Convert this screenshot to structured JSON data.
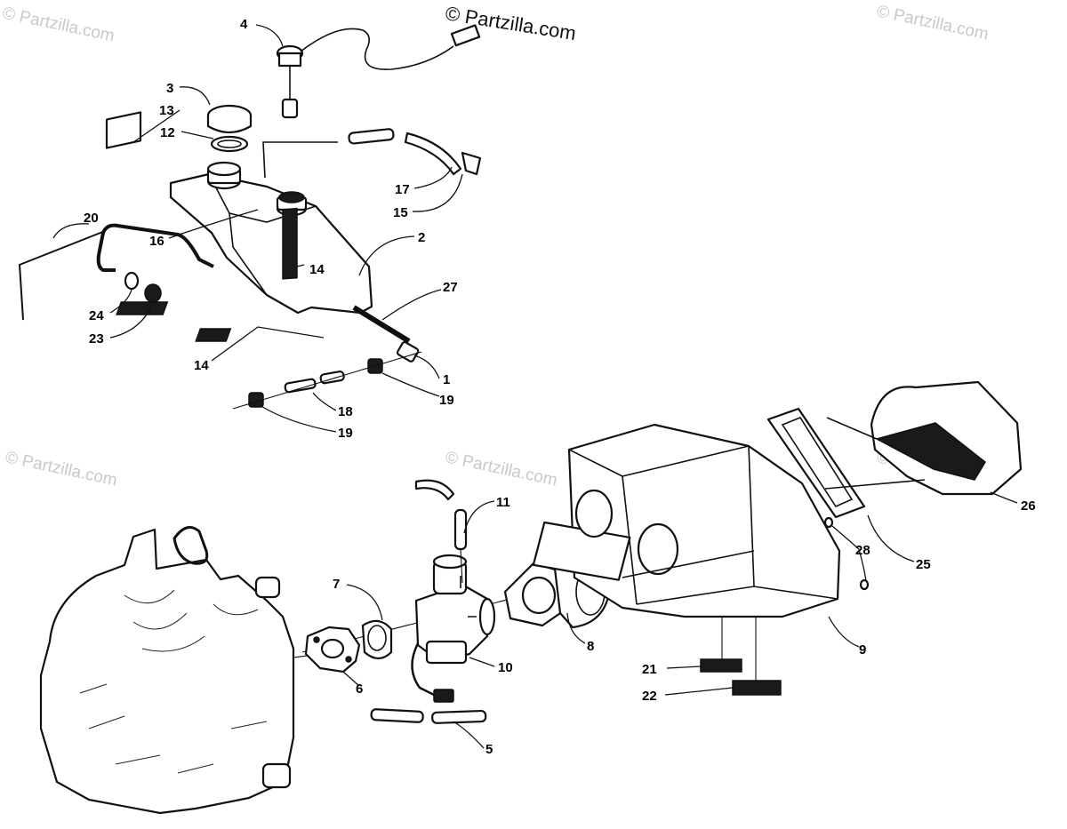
{
  "watermark": {
    "main": "© Partzilla.com",
    "faded": "© Partzilla.com"
  },
  "callouts": {
    "c1": "1",
    "c2": "2",
    "c3": "3",
    "c4": "4",
    "c5": "5",
    "c6": "6",
    "c7": "7",
    "c8": "8",
    "c9": "9",
    "c10": "10",
    "c11": "11",
    "c12": "12",
    "c13": "13",
    "c14a": "14",
    "c14b": "14",
    "c15": "15",
    "c16": "16",
    "c17": "17",
    "c18": "18",
    "c19a": "19",
    "c19b": "19",
    "c20": "20",
    "c21": "21",
    "c22": "22",
    "c23": "23",
    "c24": "24",
    "c25": "25",
    "c26": "26",
    "c27": "27",
    "c28": "28"
  },
  "colors": {
    "ink": "#111111",
    "watermark": "#c9c9c9",
    "paper": "#ffffff"
  }
}
